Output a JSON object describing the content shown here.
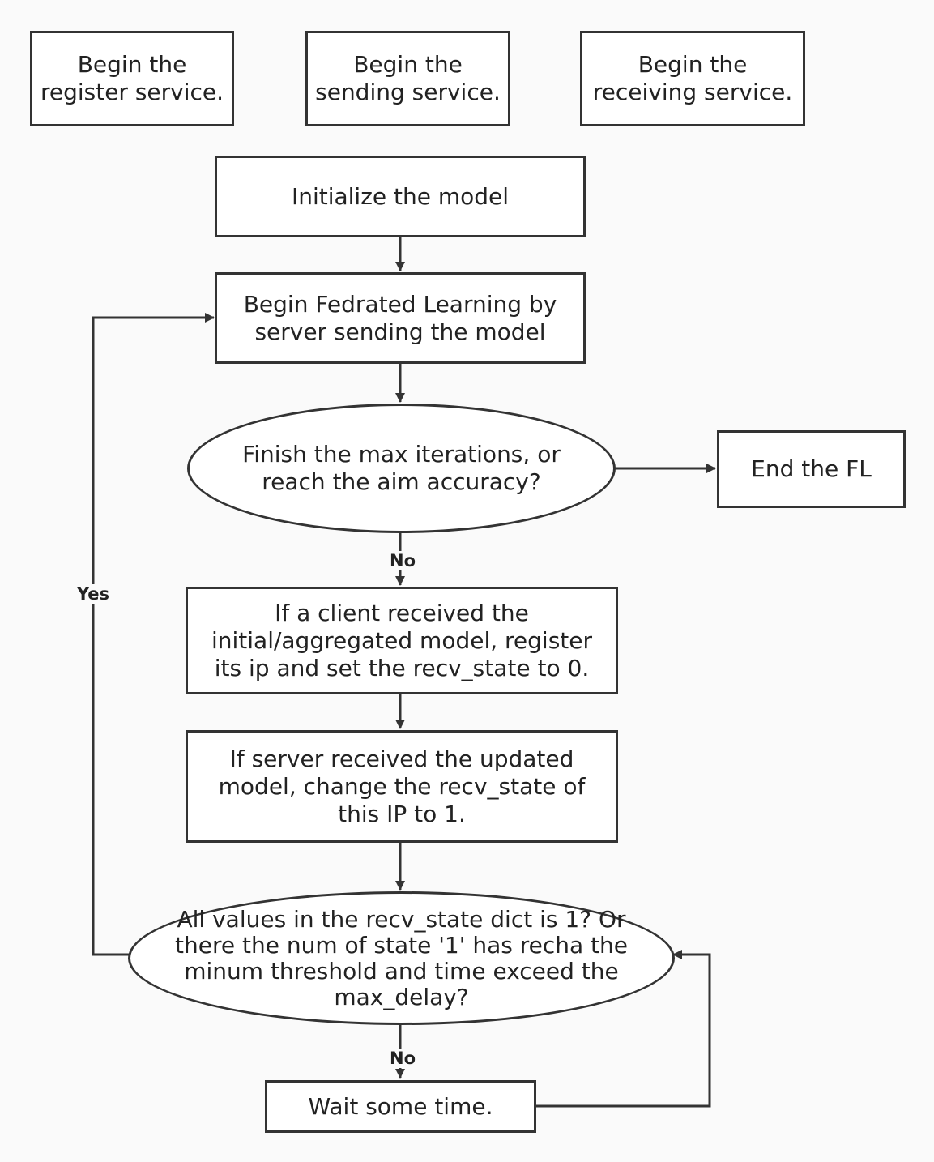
{
  "nodes": {
    "register": "Begin the register service.",
    "sending": "Begin the sending service.",
    "receiving": "Begin the receiving service.",
    "init": "Initialize the model",
    "begin_fl": "Begin Fedrated Learning by server sending the model",
    "finish_check": "Finish the max iterations, or reach the aim accuracy?",
    "end_fl": "End the FL",
    "client_received": "If a client received the initial/aggregated model, register its ip and set the recv_state to 0.",
    "server_received": "If server received the updated model, change the recv_state of this IP to 1.",
    "all_values_check": "All values in the recv_state dict is 1? Or there the num of state '1' has recha the minum threshold and time exceed the max_delay?",
    "wait": "Wait some time."
  },
  "edges": {
    "no_label_1": "No",
    "yes_label": "Yes",
    "no_label_2": "No"
  },
  "colors": {
    "background": "#fafafa",
    "stroke": "#333333",
    "fill": "#ffffff"
  }
}
